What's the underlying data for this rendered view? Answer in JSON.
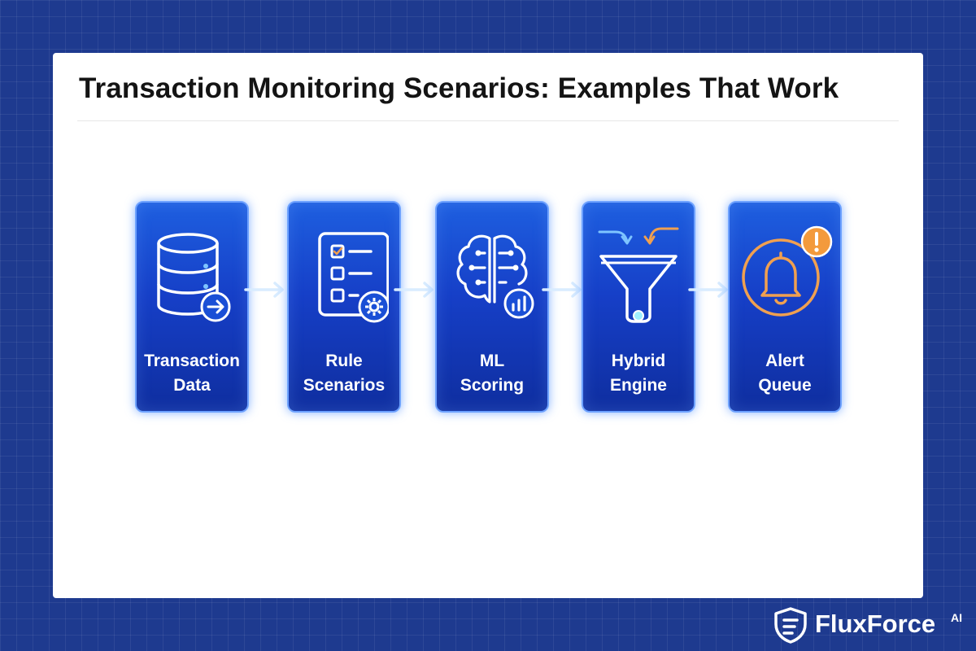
{
  "title": "Transaction Monitoring Scenarios: Examples That Work",
  "steps": [
    {
      "label_line1": "Transaction",
      "label_line2": "Data",
      "icon": "database-icon"
    },
    {
      "label_line1": "Rule",
      "label_line2": "Scenarios",
      "icon": "checklist-gear-icon"
    },
    {
      "label_line1": "ML",
      "label_line2": "Scoring",
      "icon": "brain-chart-icon"
    },
    {
      "label_line1": "Hybrid",
      "label_line2": "Engine",
      "icon": "funnel-icon"
    },
    {
      "label_line1": "Alert",
      "label_line2": "Queue",
      "icon": "bell-alert-icon"
    }
  ],
  "brand": {
    "name": "FluxForce",
    "suffix": "AI"
  },
  "colors": {
    "background": "#1e3a8f",
    "card": "#ffffff",
    "step_fill": "#163fc7",
    "step_border": "#6ea2ff",
    "accent_orange": "#f0a050",
    "alert_badge": "#f39a3c"
  }
}
